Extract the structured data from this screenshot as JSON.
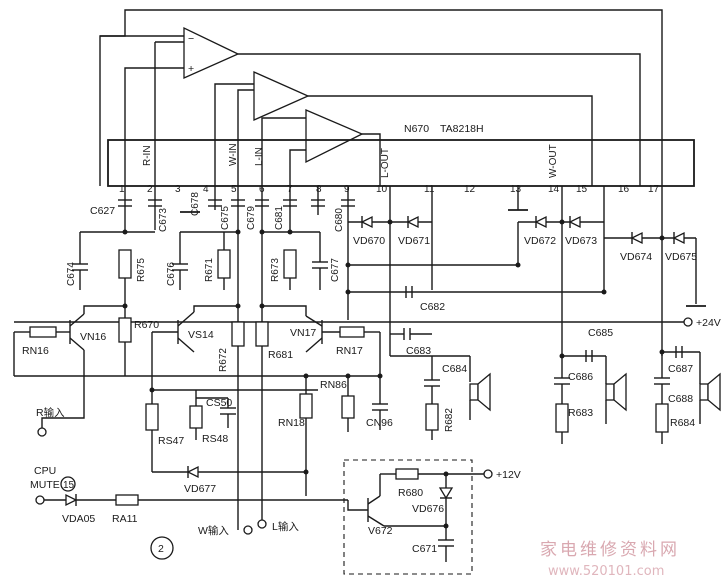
{
  "ic": {
    "ref": "N670",
    "part": "TA8218H"
  },
  "pins": [
    "1",
    "2",
    "3",
    "4",
    "5",
    "6",
    "7",
    "8",
    "9",
    "10",
    "11",
    "12",
    "13",
    "14",
    "15",
    "16",
    "17"
  ],
  "pin_signals": {
    "r_in": "R-IN",
    "w_in": "W-IN",
    "l_in": "L-IN",
    "l_out": "L-OUT",
    "w_out": "W-OUT"
  },
  "components": {
    "c627": "C627",
    "c673": "C673",
    "c678": "C678",
    "c675": "C675",
    "c679": "C679",
    "c681": "C681",
    "c680": "C680",
    "c674": "C674",
    "r675": "R675",
    "c676": "C676",
    "r671": "R671",
    "r673": "R673",
    "c677": "C677",
    "vd670": "VD670",
    "vd671": "VD671",
    "vd672": "VD672",
    "vd673": "VD673",
    "vd674": "VD674",
    "vd675": "VD675",
    "c682": "C682",
    "c683": "C683",
    "c684": "C684",
    "r682": "R682",
    "c685": "C685",
    "c686": "C686",
    "r683": "R683",
    "c687": "C687",
    "c688": "C688",
    "r684": "R684",
    "rn16": "RN16",
    "vn16": "VN16",
    "r670": "R670",
    "vs14": "VS14",
    "r672": "R672",
    "r681": "R681",
    "vn17": "VN17",
    "rn17": "RN17",
    "rn86": "RN86",
    "rn18": "RN18",
    "cn96": "CN96",
    "cs50": "CS50",
    "rs47": "RS47",
    "rs48": "RS48",
    "vd677": "VD677",
    "r680": "R680",
    "vd676": "VD676",
    "v672": "V672",
    "c671": "C671",
    "vda05": "VDA05",
    "ra11": "RA11"
  },
  "rails": {
    "plus24": "+24V",
    "plus12": "+12V"
  },
  "inputs": {
    "r_in": "R输入",
    "w_in": "W输入",
    "l_in": "L输入",
    "cpu": "CPU",
    "mute": "MUTE"
  },
  "markers": {
    "cpu_pin": "15",
    "figure": "2"
  },
  "watermark": {
    "cn": "家电维修资料网",
    "url": "www.520101.com"
  }
}
